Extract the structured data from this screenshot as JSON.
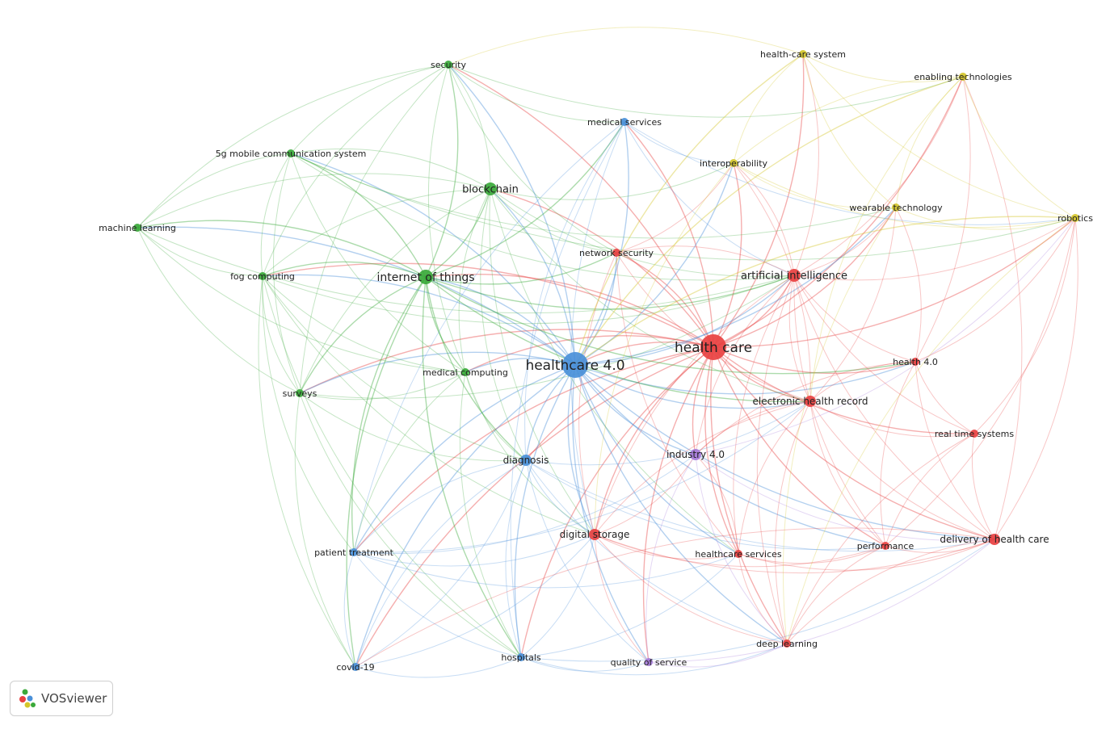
{
  "app": {
    "name": "VOSviewer"
  },
  "cluster_colors": {
    "red": "#e84141",
    "green": "#3aa93a",
    "blue": "#4a90d9",
    "yellow": "#d4c62a",
    "purple": "#a57ad9"
  },
  "nodes": [
    {
      "id": "health_care",
      "label": "health care",
      "cluster": "red",
      "weight": 10
    },
    {
      "id": "artificial_intelligence",
      "label": "artificial intelligence",
      "cluster": "red",
      "weight": 4
    },
    {
      "id": "network_security",
      "label": "network security",
      "cluster": "red",
      "weight": 2
    },
    {
      "id": "health_4_0",
      "label": "health 4.0",
      "cluster": "red",
      "weight": 2
    },
    {
      "id": "ehr",
      "label": "electronic health record",
      "cluster": "red",
      "weight": 3
    },
    {
      "id": "real_time_systems",
      "label": "real time systems",
      "cluster": "red",
      "weight": 2
    },
    {
      "id": "digital_storage",
      "label": "digital storage",
      "cluster": "red",
      "weight": 3
    },
    {
      "id": "healthcare_services",
      "label": "healthcare services",
      "cluster": "red",
      "weight": 2
    },
    {
      "id": "performance",
      "label": "performance",
      "cluster": "red",
      "weight": 2
    },
    {
      "id": "delivery",
      "label": "delivery of health care",
      "cluster": "red",
      "weight": 3
    },
    {
      "id": "deep_learning",
      "label": "deep learning",
      "cluster": "red",
      "weight": 2
    },
    {
      "id": "security",
      "label": "security",
      "cluster": "green",
      "weight": 2
    },
    {
      "id": "5g",
      "label": "5g mobile communication system",
      "cluster": "green",
      "weight": 2
    },
    {
      "id": "blockchain",
      "label": "blockchain",
      "cluster": "green",
      "weight": 4
    },
    {
      "id": "machine_learning",
      "label": "machine learning",
      "cluster": "green",
      "weight": 2
    },
    {
      "id": "fog_computing",
      "label": "fog computing",
      "cluster": "green",
      "weight": 2
    },
    {
      "id": "iot",
      "label": "internet of things",
      "cluster": "green",
      "weight": 5
    },
    {
      "id": "medical_computing",
      "label": "medical computing",
      "cluster": "green",
      "weight": 2
    },
    {
      "id": "surveys",
      "label": "surveys",
      "cluster": "green",
      "weight": 2
    },
    {
      "id": "healthcare_4_0",
      "label": "healthcare 4.0",
      "cluster": "blue",
      "weight": 10
    },
    {
      "id": "medical_services",
      "label": "medical services",
      "cluster": "blue",
      "weight": 2
    },
    {
      "id": "diagnosis",
      "label": "diagnosis",
      "cluster": "blue",
      "weight": 3
    },
    {
      "id": "patient_treatment",
      "label": "patient treatment",
      "cluster": "blue",
      "weight": 2
    },
    {
      "id": "covid_19",
      "label": "covid-19",
      "cluster": "blue",
      "weight": 2
    },
    {
      "id": "hospitals",
      "label": "hospitals",
      "cluster": "blue",
      "weight": 2
    },
    {
      "id": "health_care_system",
      "label": "health-care system",
      "cluster": "yellow",
      "weight": 2
    },
    {
      "id": "enabling_technologies",
      "label": "enabling technologies",
      "cluster": "yellow",
      "weight": 2
    },
    {
      "id": "interoperability",
      "label": "interoperability",
      "cluster": "yellow",
      "weight": 2
    },
    {
      "id": "wearable_technology",
      "label": "wearable technology",
      "cluster": "yellow",
      "weight": 2
    },
    {
      "id": "robotics",
      "label": "robotics",
      "cluster": "yellow",
      "weight": 2
    },
    {
      "id": "industry_4_0",
      "label": "industry 4.0",
      "cluster": "purple",
      "weight": 3
    },
    {
      "id": "quality_of_service",
      "label": "quality of service",
      "cluster": "purple",
      "weight": 2
    }
  ],
  "links": [
    [
      "health_care",
      "healthcare_4_0"
    ],
    [
      "health_care",
      "artificial_intelligence"
    ],
    [
      "health_care",
      "network_security"
    ],
    [
      "health_care",
      "health_4_0"
    ],
    [
      "health_care",
      "ehr"
    ],
    [
      "health_care",
      "real_time_systems"
    ],
    [
      "health_care",
      "digital_storage"
    ],
    [
      "health_care",
      "healthcare_services"
    ],
    [
      "health_care",
      "performance"
    ],
    [
      "health_care",
      "delivery"
    ],
    [
      "health_care",
      "deep_learning"
    ],
    [
      "health_care",
      "iot"
    ],
    [
      "health_care",
      "blockchain"
    ],
    [
      "health_care",
      "security"
    ],
    [
      "health_care",
      "medical_services"
    ],
    [
      "health_care",
      "diagnosis"
    ],
    [
      "health_care",
      "industry_4_0"
    ],
    [
      "health_care",
      "quality_of_service"
    ],
    [
      "health_care",
      "hospitals"
    ],
    [
      "health_care",
      "interoperability"
    ],
    [
      "health_care",
      "wearable_technology"
    ],
    [
      "health_care",
      "robotics"
    ],
    [
      "health_care",
      "enabling_technologies"
    ],
    [
      "health_care",
      "health_care_system"
    ],
    [
      "health_care",
      "patient_treatment"
    ],
    [
      "health_care",
      "medical_computing"
    ],
    [
      "health_care",
      "fog_computing"
    ],
    [
      "health_care",
      "covid_19"
    ],
    [
      "health_care",
      "surveys"
    ],
    [
      "healthcare_4_0",
      "iot"
    ],
    [
      "healthcare_4_0",
      "blockchain"
    ],
    [
      "healthcare_4_0",
      "security"
    ],
    [
      "healthcare_4_0",
      "5g"
    ],
    [
      "healthcare_4_0",
      "machine_learning"
    ],
    [
      "healthcare_4_0",
      "fog_computing"
    ],
    [
      "healthcare_4_0",
      "medical_computing"
    ],
    [
      "healthcare_4_0",
      "surveys"
    ],
    [
      "healthcare_4_0",
      "medical_services"
    ],
    [
      "healthcare_4_0",
      "diagnosis"
    ],
    [
      "healthcare_4_0",
      "patient_treatment"
    ],
    [
      "healthcare_4_0",
      "covid_19"
    ],
    [
      "healthcare_4_0",
      "hospitals"
    ],
    [
      "healthcare_4_0",
      "digital_storage"
    ],
    [
      "healthcare_4_0",
      "industry_4_0"
    ],
    [
      "healthcare_4_0",
      "artificial_intelligence"
    ],
    [
      "healthcare_4_0",
      "network_security"
    ],
    [
      "healthcare_4_0",
      "ehr"
    ],
    [
      "healthcare_4_0",
      "healthcare_services"
    ],
    [
      "healthcare_4_0",
      "quality_of_service"
    ],
    [
      "healthcare_4_0",
      "deep_learning"
    ],
    [
      "healthcare_4_0",
      "delivery"
    ],
    [
      "healthcare_4_0",
      "interoperability"
    ],
    [
      "healthcare_4_0",
      "health_4_0"
    ],
    [
      "healthcare_4_0",
      "performance"
    ],
    [
      "healthcare_4_0",
      "wearable_technology"
    ],
    [
      "iot",
      "blockchain"
    ],
    [
      "iot",
      "security"
    ],
    [
      "iot",
      "5g"
    ],
    [
      "iot",
      "machine_learning"
    ],
    [
      "iot",
      "fog_computing"
    ],
    [
      "iot",
      "surveys"
    ],
    [
      "iot",
      "medical_computing"
    ],
    [
      "iot",
      "diagnosis"
    ],
    [
      "iot",
      "patient_treatment"
    ],
    [
      "iot",
      "artificial_intelligence"
    ],
    [
      "iot",
      "ehr"
    ],
    [
      "iot",
      "network_security"
    ],
    [
      "iot",
      "hospitals"
    ],
    [
      "iot",
      "medical_services"
    ],
    [
      "iot",
      "health_4_0"
    ],
    [
      "iot",
      "covid_19"
    ],
    [
      "blockchain",
      "security"
    ],
    [
      "blockchain",
      "5g"
    ],
    [
      "blockchain",
      "machine_learning"
    ],
    [
      "blockchain",
      "fog_computing"
    ],
    [
      "blockchain",
      "surveys"
    ],
    [
      "blockchain",
      "ehr"
    ],
    [
      "blockchain",
      "network_security"
    ],
    [
      "blockchain",
      "medical_computing"
    ],
    [
      "blockchain",
      "artificial_intelligence"
    ],
    [
      "blockchain",
      "diagnosis"
    ],
    [
      "blockchain",
      "interoperability"
    ],
    [
      "blockchain",
      "digital_storage"
    ],
    [
      "blockchain",
      "healthcare_services"
    ],
    [
      "security",
      "5g"
    ],
    [
      "security",
      "machine_learning"
    ],
    [
      "security",
      "fog_computing"
    ],
    [
      "security",
      "medical_services"
    ],
    [
      "security",
      "network_security"
    ],
    [
      "security",
      "enabling_technologies"
    ],
    [
      "security",
      "surveys"
    ],
    [
      "security",
      "medical_computing"
    ],
    [
      "5g",
      "machine_learning"
    ],
    [
      "5g",
      "fog_computing"
    ],
    [
      "5g",
      "surveys"
    ],
    [
      "5g",
      "medical_computing"
    ],
    [
      "5g",
      "artificial_intelligence"
    ],
    [
      "5g",
      "wearable_technology"
    ],
    [
      "5g",
      "robotics"
    ],
    [
      "machine_learning",
      "fog_computing"
    ],
    [
      "machine_learning",
      "surveys"
    ],
    [
      "machine_learning",
      "medical_computing"
    ],
    [
      "machine_learning",
      "artificial_intelligence"
    ],
    [
      "fog_computing",
      "surveys"
    ],
    [
      "fog_computing",
      "medical_computing"
    ],
    [
      "fog_computing",
      "diagnosis"
    ],
    [
      "fog_computing",
      "patient_treatment"
    ],
    [
      "fog_computing",
      "covid_19"
    ],
    [
      "fog_computing",
      "hospitals"
    ],
    [
      "fog_computing",
      "digital_storage"
    ],
    [
      "fog_computing",
      "artificial_intelligence"
    ],
    [
      "surveys",
      "medical_computing"
    ],
    [
      "surveys",
      "diagnosis"
    ],
    [
      "surveys",
      "artificial_intelligence"
    ],
    [
      "surveys",
      "hospitals"
    ],
    [
      "surveys",
      "covid_19"
    ],
    [
      "medical_computing",
      "diagnosis"
    ],
    [
      "medical_computing",
      "patient_treatment"
    ],
    [
      "medical_computing",
      "hospitals"
    ],
    [
      "medical_computing",
      "digital_storage"
    ],
    [
      "medical_services",
      "diagnosis"
    ],
    [
      "medical_services",
      "hospitals"
    ],
    [
      "medical_services",
      "patient_treatment"
    ],
    [
      "medical_services",
      "interoperability"
    ],
    [
      "medical_services",
      "digital_storage"
    ],
    [
      "medical_services",
      "artificial_intelligence"
    ],
    [
      "medical_services",
      "robotics"
    ],
    [
      "diagnosis",
      "patient_treatment"
    ],
    [
      "diagnosis",
      "covid_19"
    ],
    [
      "diagnosis",
      "hospitals"
    ],
    [
      "diagnosis",
      "digital_storage"
    ],
    [
      "diagnosis",
      "deep_learning"
    ],
    [
      "diagnosis",
      "quality_of_service"
    ],
    [
      "diagnosis",
      "delivery"
    ],
    [
      "diagnosis",
      "performance"
    ],
    [
      "diagnosis",
      "ehr"
    ],
    [
      "patient_treatment",
      "covid_19"
    ],
    [
      "patient_treatment",
      "hospitals"
    ],
    [
      "patient_treatment",
      "digital_storage"
    ],
    [
      "patient_treatment",
      "industry_4_0"
    ],
    [
      "patient_treatment",
      "ehr"
    ],
    [
      "patient_treatment",
      "healthcare_services"
    ],
    [
      "covid_19",
      "hospitals"
    ],
    [
      "covid_19",
      "digital_storage"
    ],
    [
      "covid_19",
      "diagnosis"
    ],
    [
      "hospitals",
      "quality_of_service"
    ],
    [
      "hospitals",
      "digital_storage"
    ],
    [
      "hospitals",
      "healthcare_services"
    ],
    [
      "hospitals",
      "deep_learning"
    ],
    [
      "hospitals",
      "delivery"
    ],
    [
      "artificial_intelligence",
      "network_security"
    ],
    [
      "artificial_intelligence",
      "health_4_0"
    ],
    [
      "artificial_intelligence",
      "ehr"
    ],
    [
      "artificial_intelligence",
      "real_time_systems"
    ],
    [
      "artificial_intelligence",
      "digital_storage"
    ],
    [
      "artificial_intelligence",
      "healthcare_services"
    ],
    [
      "artificial_intelligence",
      "performance"
    ],
    [
      "artificial_intelligence",
      "delivery"
    ],
    [
      "artificial_intelligence",
      "deep_learning"
    ],
    [
      "artificial_intelligence",
      "interoperability"
    ],
    [
      "artificial_intelligence",
      "wearable_technology"
    ],
    [
      "artificial_intelligence",
      "robotics"
    ],
    [
      "artificial_intelligence",
      "enabling_technologies"
    ],
    [
      "artificial_intelligence",
      "health_care_system"
    ],
    [
      "artificial_intelligence",
      "industry_4_0"
    ],
    [
      "network_security",
      "ehr"
    ],
    [
      "network_security",
      "digital_storage"
    ],
    [
      "network_security",
      "healthcare_services"
    ],
    [
      "network_security",
      "interoperability"
    ],
    [
      "health_4_0",
      "ehr"
    ],
    [
      "health_4_0",
      "real_time_systems"
    ],
    [
      "health_4_0",
      "delivery"
    ],
    [
      "health_4_0",
      "performance"
    ],
    [
      "health_4_0",
      "robotics"
    ],
    [
      "health_4_0",
      "wearable_technology"
    ],
    [
      "health_4_0",
      "enabling_technologies"
    ],
    [
      "health_4_0",
      "industry_4_0"
    ],
    [
      "ehr",
      "real_time_systems"
    ],
    [
      "ehr",
      "digital_storage"
    ],
    [
      "ehr",
      "healthcare_services"
    ],
    [
      "ehr",
      "performance"
    ],
    [
      "ehr",
      "delivery"
    ],
    [
      "ehr",
      "deep_learning"
    ],
    [
      "ehr",
      "industry_4_0"
    ],
    [
      "ehr",
      "interoperability"
    ],
    [
      "ehr",
      "wearable_technology"
    ],
    [
      "real_time_systems",
      "delivery"
    ],
    [
      "real_time_systems",
      "performance"
    ],
    [
      "real_time_systems",
      "robotics"
    ],
    [
      "real_time_systems",
      "deep_learning"
    ],
    [
      "digital_storage",
      "healthcare_services"
    ],
    [
      "digital_storage",
      "performance"
    ],
    [
      "digital_storage",
      "delivery"
    ],
    [
      "digital_storage",
      "deep_learning"
    ],
    [
      "digital_storage",
      "quality_of_service"
    ],
    [
      "digital_storage",
      "industry_4_0"
    ],
    [
      "healthcare_services",
      "performance"
    ],
    [
      "healthcare_services",
      "delivery"
    ],
    [
      "healthcare_services",
      "deep_learning"
    ],
    [
      "healthcare_services",
      "industry_4_0"
    ],
    [
      "performance",
      "delivery"
    ],
    [
      "performance",
      "deep_learning"
    ],
    [
      "performance",
      "robotics"
    ],
    [
      "delivery",
      "deep_learning"
    ],
    [
      "delivery",
      "robotics"
    ],
    [
      "delivery",
      "enabling_technologies"
    ],
    [
      "delivery",
      "covid_19"
    ],
    [
      "industry_4_0",
      "quality_of_service"
    ],
    [
      "industry_4_0",
      "deep_learning"
    ],
    [
      "industry_4_0",
      "delivery"
    ],
    [
      "industry_4_0",
      "robotics"
    ],
    [
      "quality_of_service",
      "deep_learning"
    ],
    [
      "quality_of_service",
      "delivery"
    ],
    [
      "health_care_system",
      "enabling_technologies"
    ],
    [
      "health_care_system",
      "interoperability"
    ],
    [
      "health_care_system",
      "wearable_technology"
    ],
    [
      "health_care_system",
      "robotics"
    ],
    [
      "health_care_system",
      "security"
    ],
    [
      "health_care_system",
      "healthcare_4_0"
    ],
    [
      "enabling_technologies",
      "interoperability"
    ],
    [
      "enabling_technologies",
      "wearable_technology"
    ],
    [
      "enabling_technologies",
      "robotics"
    ],
    [
      "enabling_technologies",
      "healthcare_4_0"
    ],
    [
      "enabling_technologies",
      "ehr"
    ],
    [
      "interoperability",
      "wearable_technology"
    ],
    [
      "interoperability",
      "robotics"
    ],
    [
      "interoperability",
      "digital_storage"
    ],
    [
      "wearable_technology",
      "robotics"
    ],
    [
      "wearable_technology",
      "deep_learning"
    ],
    [
      "robotics",
      "healthcare_4_0"
    ],
    [
      "robotics",
      "deep_learning"
    ]
  ]
}
